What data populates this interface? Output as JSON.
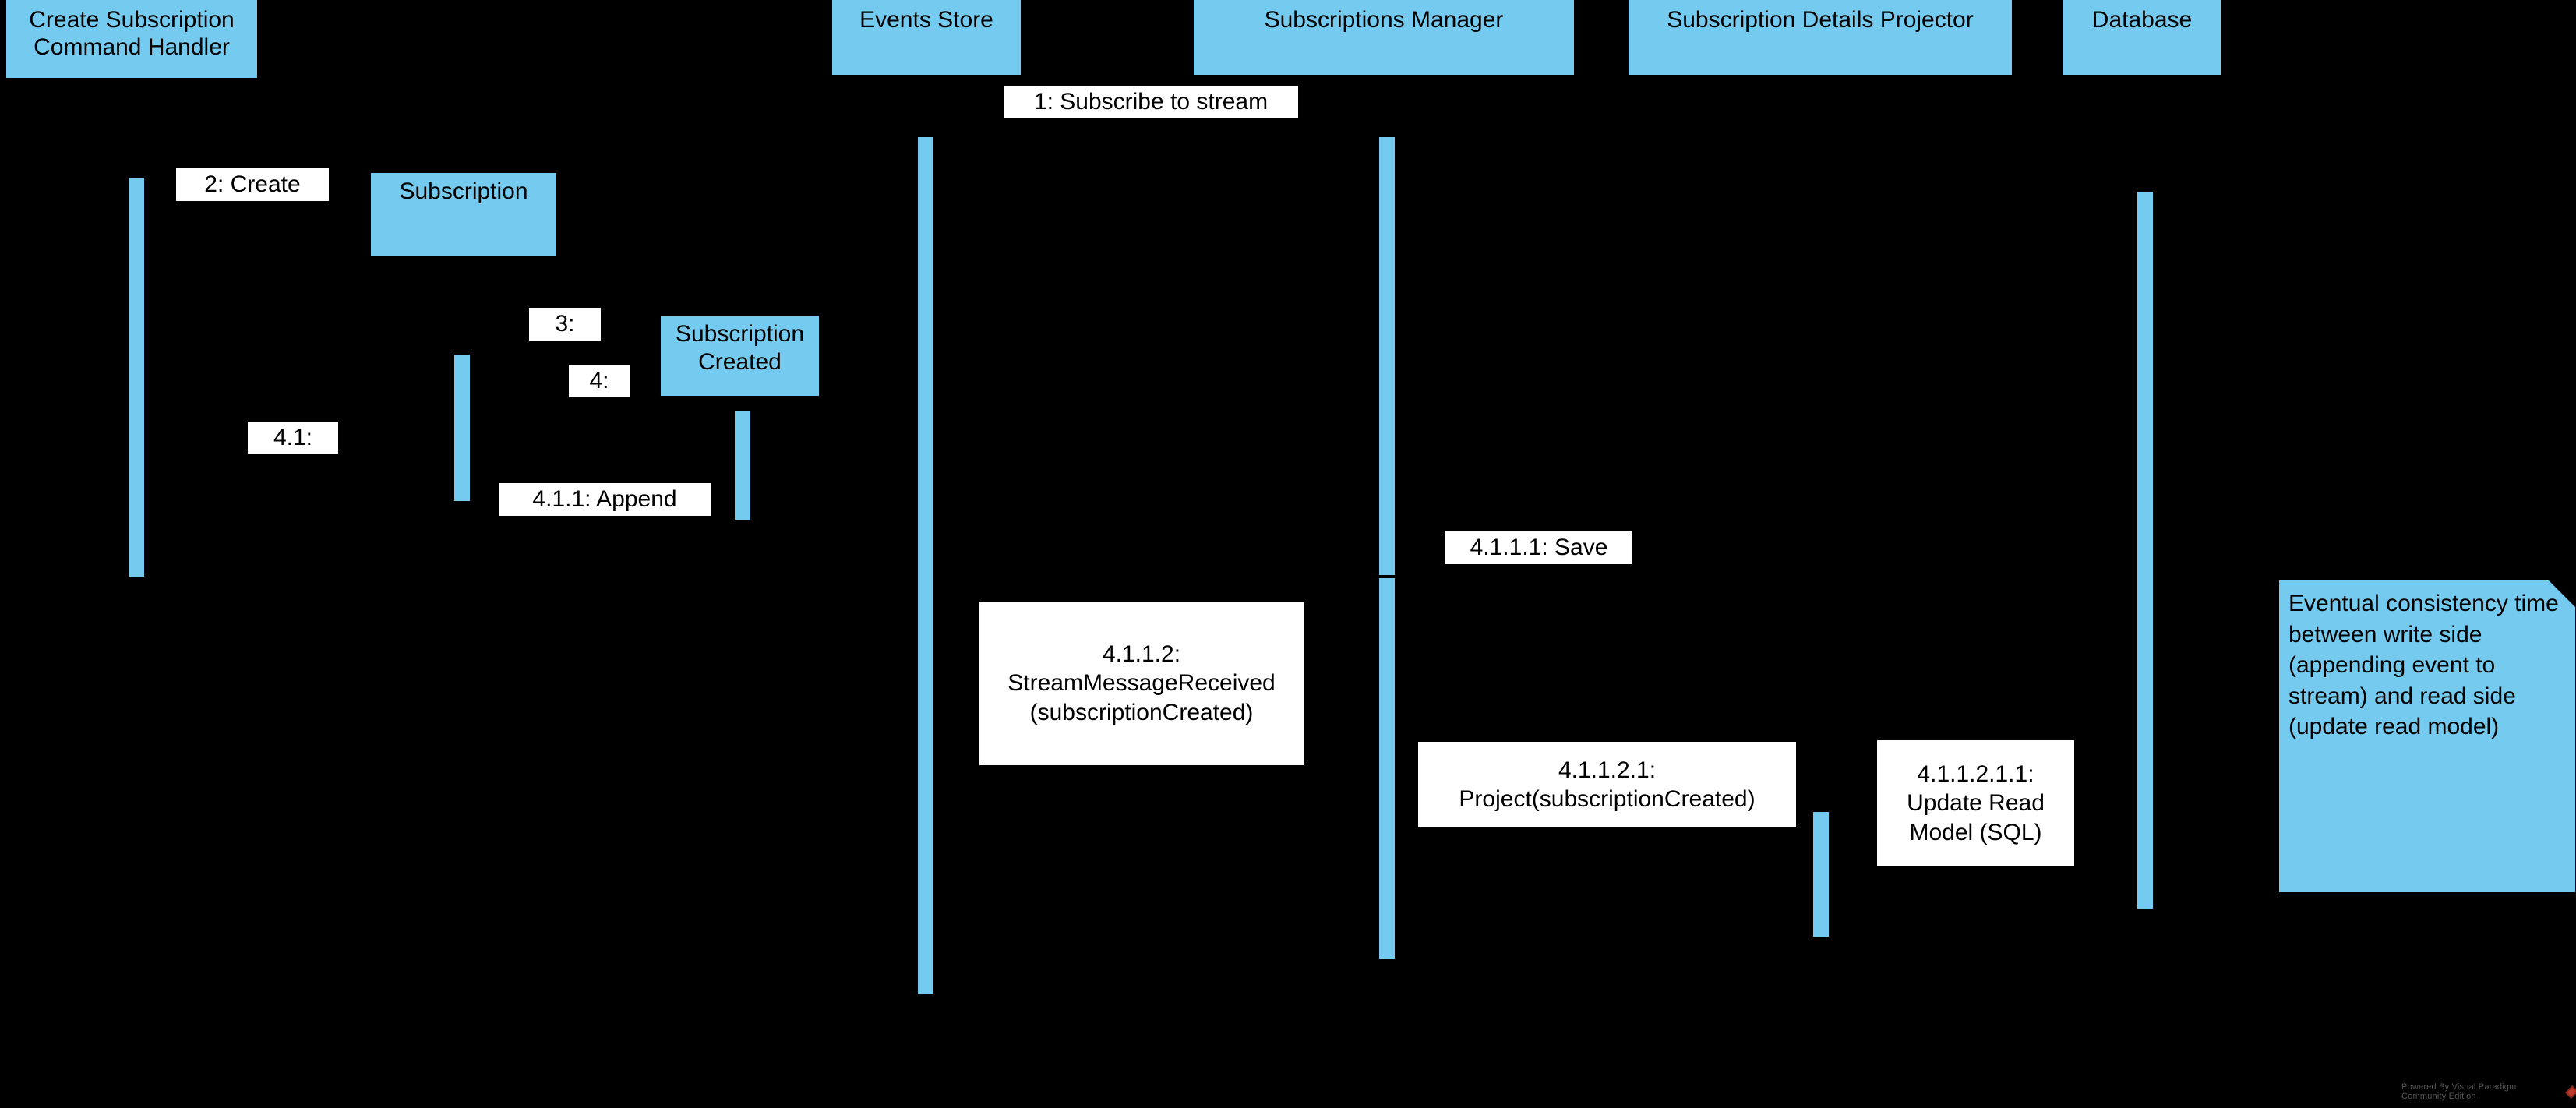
{
  "diagram": {
    "type": "uml-sequence-diagram",
    "background_color": "#000000",
    "accent_color": "#75cbef",
    "label_background": "#ffffff",
    "text_color": "#000000"
  },
  "lifelines": [
    {
      "id": "command-handler",
      "label": "Create Subscription Command Handler"
    },
    {
      "id": "events-store",
      "label": "Events Store"
    },
    {
      "id": "subscriptions-manager",
      "label": "Subscriptions Manager"
    },
    {
      "id": "details-projector",
      "label": "Subscription Details Projector"
    },
    {
      "id": "database",
      "label": "Database"
    }
  ],
  "objects": [
    {
      "id": "subscription",
      "label": "Subscription"
    },
    {
      "id": "subscription-created",
      "label": "Subscription Created"
    }
  ],
  "messages": [
    {
      "id": "m1",
      "label": "1: Subscribe to stream"
    },
    {
      "id": "m2",
      "label": "2: Create"
    },
    {
      "id": "m3",
      "label": "3:"
    },
    {
      "id": "m4",
      "label": "4:"
    },
    {
      "id": "m41",
      "label": "4.1:"
    },
    {
      "id": "m411",
      "label": "4.1.1: Append"
    },
    {
      "id": "m4111",
      "label": "4.1.1.1: Save"
    },
    {
      "id": "m4112",
      "label": "4.1.1.2:\nStreamMessageReceived\n(subscriptionCreated)"
    },
    {
      "id": "m41121",
      "label": "4.1.1.2.1:\nProject(subscriptionCreated)"
    },
    {
      "id": "m411211",
      "label": "4.1.1.2.1.1:\nUpdate Read\nModel (SQL)"
    }
  ],
  "note": {
    "id": "eventual-consistency-note",
    "text": "Eventual consistency time between write side (appending event to stream) and read side (update read model)"
  },
  "watermark": {
    "text": "Powered By Visual Paradigm Community Edition"
  }
}
